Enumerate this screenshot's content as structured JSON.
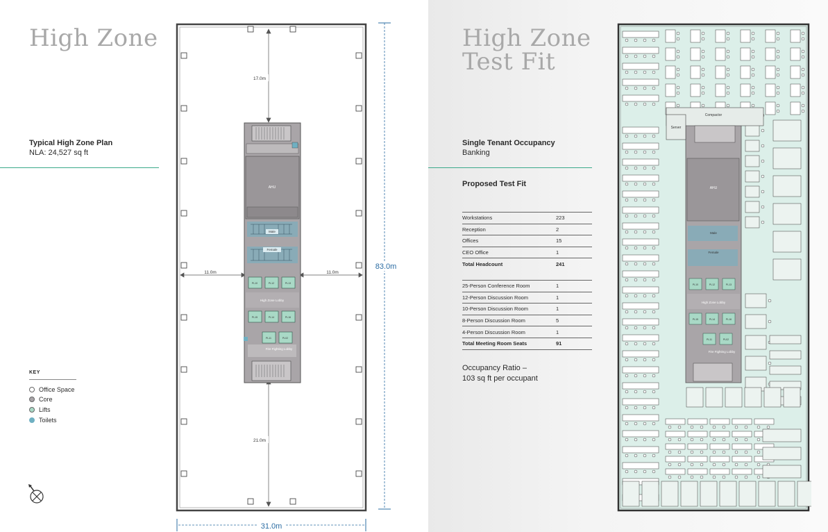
{
  "left": {
    "title": "High Zone",
    "plan_title": "Typical High Zone Plan",
    "nla": "NLA: 24,527 sq ft",
    "key": {
      "title": "KEY",
      "items": [
        {
          "label": "Office Space",
          "color": "#ffffff"
        },
        {
          "label": "Core",
          "color": "#a9a5a8"
        },
        {
          "label": "Lifts",
          "color": "#a9d9c6"
        },
        {
          "label": "Toilets",
          "color": "#6fb0c2"
        }
      ]
    }
  },
  "plan": {
    "dim_width": "31.0m",
    "dim_height": "83.0m",
    "dim_top": "17.0m",
    "dim_bottom": "21.0m",
    "dim_left": "11.0m",
    "dim_right": "11.0m",
    "ahu": "AHU",
    "male": "Male",
    "female": "Female",
    "lobby": "High Zone Lobby",
    "fire": "Fire Fighting Lobby",
    "lifts_top": [
      "PL10",
      "PL12",
      "PL13"
    ],
    "lifts_mid": [
      "PL15",
      "PL14",
      "PL16"
    ],
    "lifts_bot": [
      "PL11",
      "PL02"
    ]
  },
  "right": {
    "title_line1": "High Zone",
    "title_line2": "Test Fit",
    "occupancy_title": "Single Tenant Occupancy",
    "occupancy_sub": "Banking",
    "proposed": "Proposed Test Fit",
    "table1": [
      {
        "label": "Workstations",
        "value": "223"
      },
      {
        "label": "Reception",
        "value": "2"
      },
      {
        "label": "Offices",
        "value": "15"
      },
      {
        "label": "CEO Office",
        "value": "1"
      },
      {
        "label": "Total Headcount",
        "value": "241"
      }
    ],
    "table2": [
      {
        "label": "25-Person Conference Room",
        "value": "1"
      },
      {
        "label": "12-Person Discussion Room",
        "value": "1"
      },
      {
        "label": "10-Person Discussion Room",
        "value": "1"
      },
      {
        "label": "8-Person Discussion Room",
        "value": "5"
      },
      {
        "label": "4-Person Discussion Room",
        "value": "1"
      },
      {
        "label": "Total Meeting Room Seats",
        "value": "91"
      }
    ],
    "ratio_line1": "Occupancy Ratio –",
    "ratio_line2": "103 sq ft per occupant"
  },
  "testfit": {
    "compactor": "Compactor",
    "server": "Server",
    "ahu": "AHU",
    "male": "Male",
    "female": "Female",
    "lobby": "High Zone Lobby",
    "fire": "Fire Fighting Lobby",
    "lifts_top": [
      "PL10",
      "PL12",
      "PL13"
    ],
    "lifts_mid": [
      "PL15",
      "PL14",
      "PL16"
    ],
    "lifts_bot": [
      "PL11",
      "PL02"
    ]
  }
}
